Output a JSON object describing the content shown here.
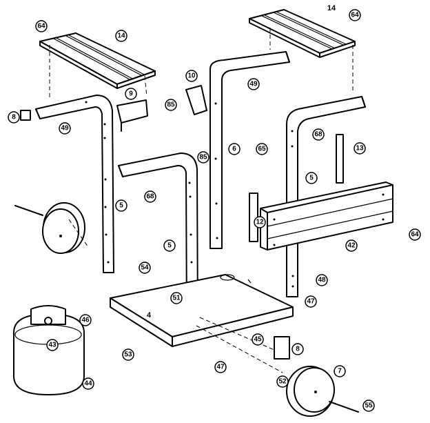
{
  "callouts": [
    {
      "label": "64",
      "circle": true
    },
    {
      "label": "14",
      "circle": true
    },
    {
      "label": "14",
      "circle": false
    },
    {
      "label": "64",
      "circle": true
    },
    {
      "label": "10",
      "circle": true
    },
    {
      "label": "49",
      "circle": true
    },
    {
      "label": "9",
      "circle": true
    },
    {
      "label": "85",
      "circle": true
    },
    {
      "label": "8",
      "circle": true
    },
    {
      "label": "49",
      "circle": true
    },
    {
      "label": "6",
      "circle": true
    },
    {
      "label": "68",
      "circle": true
    },
    {
      "label": "65",
      "circle": true
    },
    {
      "label": "13",
      "circle": true
    },
    {
      "label": "85",
      "circle": true
    },
    {
      "label": "5",
      "circle": true
    },
    {
      "label": "68",
      "circle": true
    },
    {
      "label": "5",
      "circle": true
    },
    {
      "label": "12",
      "circle": true
    },
    {
      "label": "64",
      "circle": true
    },
    {
      "label": "42",
      "circle": true
    },
    {
      "label": "5",
      "circle": true
    },
    {
      "label": "54",
      "circle": true
    },
    {
      "label": "48",
      "circle": true
    },
    {
      "label": "47",
      "circle": true
    },
    {
      "label": "4",
      "circle": false
    },
    {
      "label": "51",
      "circle": true
    },
    {
      "label": "46",
      "circle": true
    },
    {
      "label": "43",
      "circle": true
    },
    {
      "label": "45",
      "circle": true
    },
    {
      "label": "8",
      "circle": true
    },
    {
      "label": "53",
      "circle": true
    },
    {
      "label": "47",
      "circle": true
    },
    {
      "label": "7",
      "circle": true
    },
    {
      "label": "52",
      "circle": true
    },
    {
      "label": "44",
      "circle": true
    },
    {
      "label": "55",
      "circle": true
    }
  ]
}
